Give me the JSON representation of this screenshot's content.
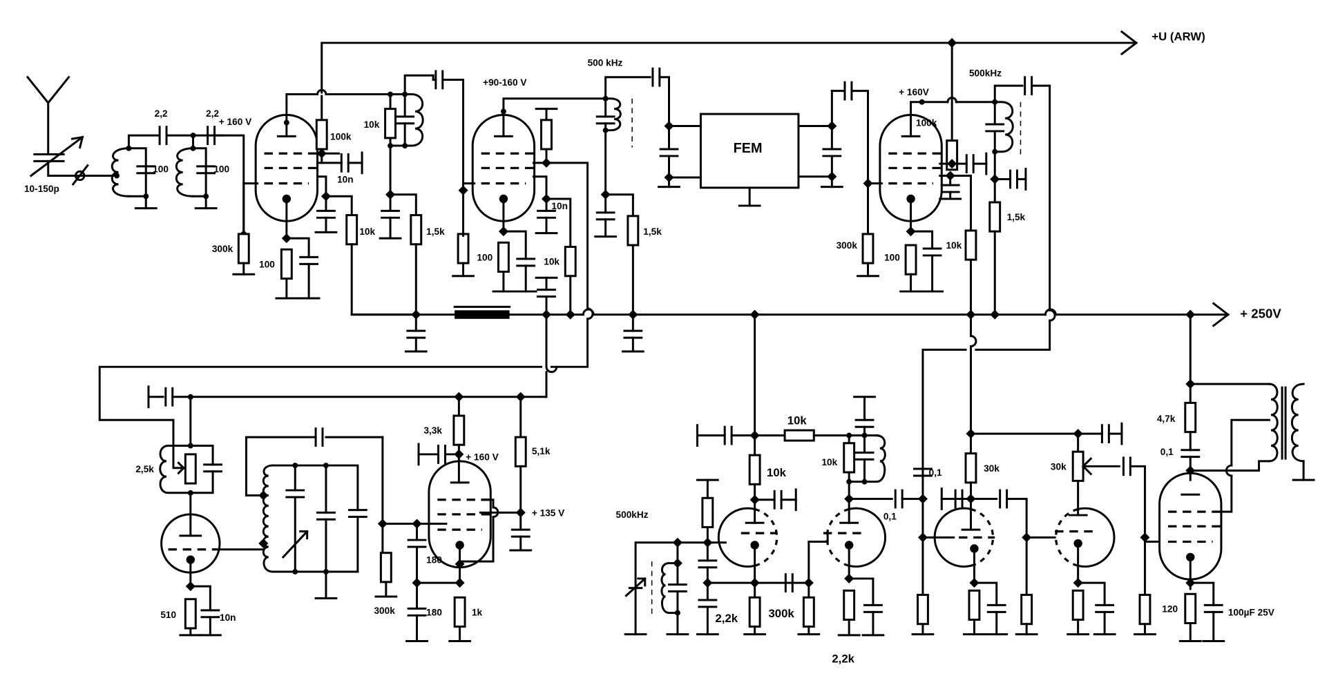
{
  "diagram": {
    "type": "vacuum-tube superheterodyne receiver schematic",
    "rails": {
      "agc_rail": "+U (ARW)",
      "b_plus": "+ 250V"
    },
    "stages": {
      "antenna_input": {
        "trimmer": "10-150p",
        "coupling_caps": [
          "2,2",
          "2,2"
        ],
        "tank_caps": [
          "100",
          "100"
        ]
      },
      "rf_amp": {
        "plate_voltage": "+ 160 V",
        "screen_resistor": "100k",
        "screen_bypass": "10n",
        "grid_leak": "300k",
        "cathode_resistor": "100",
        "decoupling_resistor": "10k"
      },
      "mixer": {
        "plate_voltage": "+90-160 V",
        "load_resistor": "10k",
        "plate_feed_resistor": "1,5k",
        "cathode_resistor": "100",
        "screen_bypass": "10n",
        "screen_resistor": "10k"
      },
      "if_filter": {
        "frequency_in": "500 kHz",
        "decoupling_resistor": "1,5k",
        "filter_block": "FEM"
      },
      "if_amp": {
        "plate_voltage": "+ 160V",
        "frequency": "500kHz",
        "screen_resistor": "100k",
        "grid_leak": "300k",
        "cathode_resistor": "100",
        "decoupling_resistor": "10k",
        "plate_feed_resistor": "1,5k"
      },
      "local_oscillator": {
        "feedback_pot": "2,5k",
        "cathode_resistor": "510",
        "cathode_bypass": "10n",
        "grid_leak": "300k",
        "caps": [
          "180",
          "180"
        ],
        "cathode_resistor_2": "1k",
        "plate_resistor": "3,3k",
        "plate_voltage": "+ 160 V",
        "screen_resistor": "5,1k",
        "screen_voltage": "+ 135 V"
      },
      "bfo_detector": {
        "frequency": "500kHz",
        "plate_resistor": "10k",
        "series_resistor": "10k",
        "load_resistor": "10k",
        "cathode_resistor": "2,2k",
        "grid_leak": "300k",
        "cathode_resistor_2": "2,2k",
        "coupling_cap": "0,1"
      },
      "audio": {
        "coupling_cap": "0,1",
        "plate_resistor_1": "30k",
        "volume_pot": "30k",
        "output_plate_resistor": "4,7k",
        "tone_cap": "0,1",
        "output_cathode_resistor": "120",
        "output_cathode_bypass": "100µF 25V"
      }
    }
  }
}
